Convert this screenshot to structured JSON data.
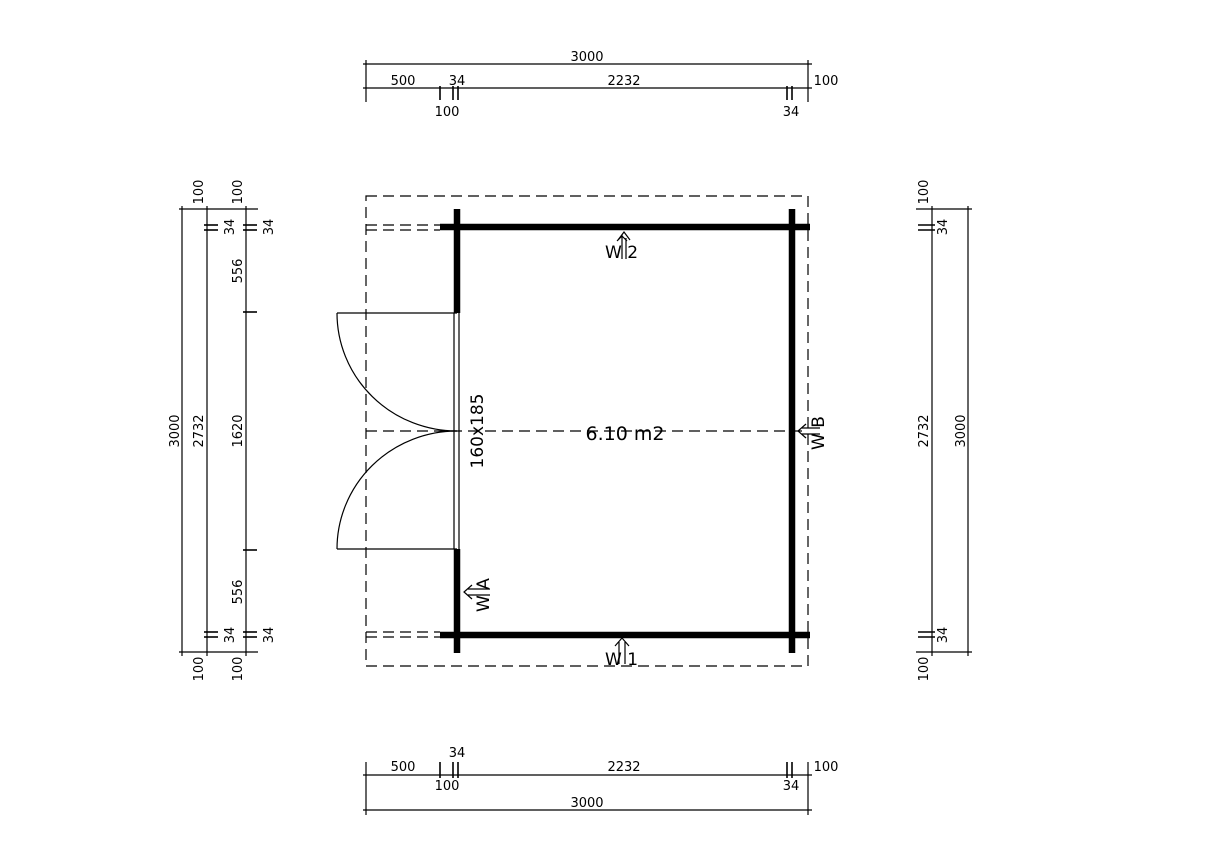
{
  "plan": {
    "area": "6.10 m2",
    "door_size": "160x185",
    "wall_labels": {
      "w1": "W 1",
      "w2": "W 2",
      "wa": "W A",
      "wb": "W B"
    },
    "top_dims": {
      "total": "3000",
      "a": "500",
      "b": "34",
      "c": "2232",
      "d": "100",
      "e": "100",
      "f": "34"
    },
    "bottom_dims": {
      "total": "3000",
      "a": "500",
      "b": "34",
      "c": "2232",
      "d": "100",
      "e": "100",
      "f": "34"
    },
    "left_dims": {
      "total": "3000",
      "inner": "2732",
      "top_100_a": "100",
      "top_100_b": "100",
      "top_34_a": "34",
      "top_34_b": "34",
      "seg_556_top": "556",
      "seg_1620": "1620",
      "seg_556_bottom": "556",
      "bot_34_a": "34",
      "bot_34_b": "34",
      "bot_100_a": "100",
      "bot_100_b": "100"
    },
    "right_dims": {
      "total": "3000",
      "inner": "2732",
      "top_100": "100",
      "top_34": "34",
      "bot_34": "34",
      "bot_100": "100"
    }
  }
}
